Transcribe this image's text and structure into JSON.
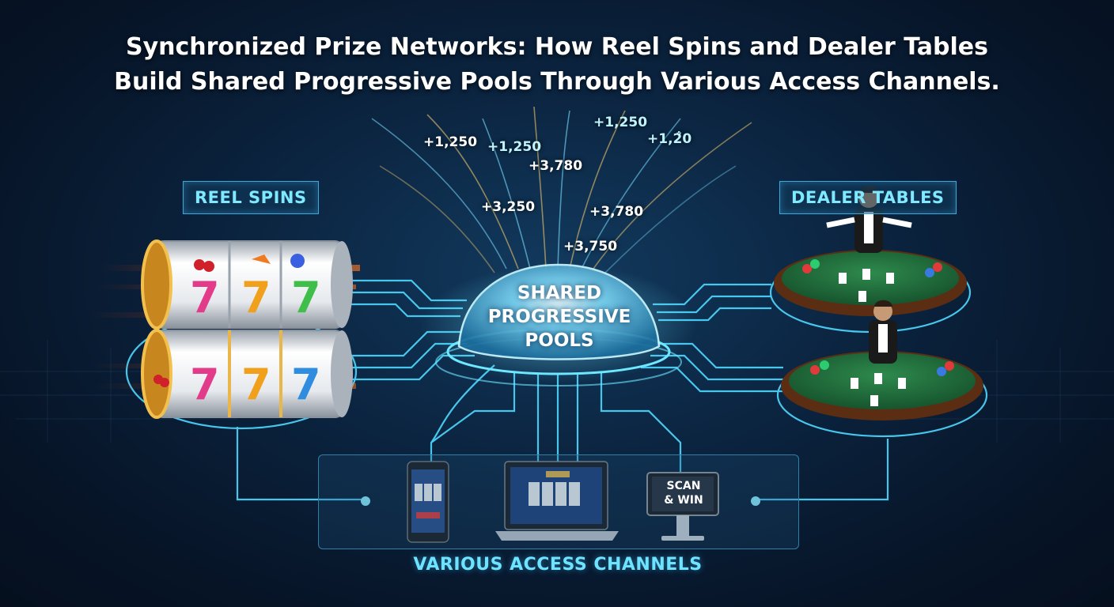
{
  "title": {
    "line1": "Synchronized Prize Networks: How Reel Spins and Dealer Tables",
    "line2": "Build Shared Progressive Pools Through Various Access Channels."
  },
  "sections": {
    "reel_spins": "REEL SPINS",
    "dealer_tables": "DEALER TABLES",
    "access_channels": "VARIOUS ACCESS CHANNELS"
  },
  "hub": {
    "line1": "SHARED",
    "line2": "PROGRESSIVE",
    "line3": "POOLS"
  },
  "contributions": [
    "+1,250",
    "+1,250",
    "+3,780",
    "+1,250",
    "+1,2̐0",
    "+3,250",
    "+3,780",
    "+3,750"
  ],
  "kiosk": {
    "line1": "SCAN",
    "line2": "& WIN"
  },
  "colors": {
    "accent_cyan": "#6ee3ff",
    "glow_line": "#4fd8ff",
    "felt_green": "#1f6b3a",
    "gold": "#e8b64a"
  },
  "icons": [
    "slot-reel-icon",
    "dealer-table-icon",
    "smartphone-icon",
    "laptop-icon",
    "kiosk-icon"
  ]
}
